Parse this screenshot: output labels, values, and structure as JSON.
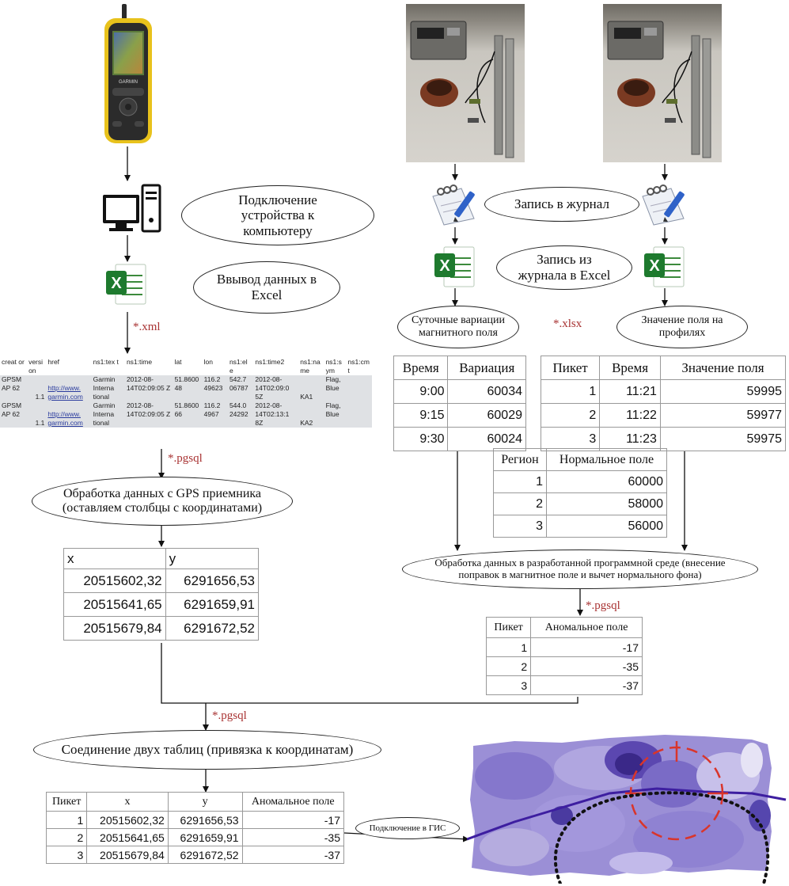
{
  "steps": {
    "connect": "Подключение устройства к компьютеру",
    "excel_input": "Ввывод данных в Excel",
    "gps_processing": "Обработка данных с GPS приемника (оставляем столбцы с координатами)",
    "journal": "Запись в журнал",
    "journal_to_excel": "Запись из журнала в Excel",
    "daily_variation": "Суточные вариации магнитного поля",
    "profile_field": "Значение поля на профилях",
    "software_processing": "Обработка данных в разработанной программной среде (внесение поправок в магнитное поле и вычет нормального фона)",
    "join": "Соединение двух таблиц (привязка к координатам)",
    "gis": "Подключение в ГИС"
  },
  "formats": {
    "xml": "*.xml",
    "pgsql_1": "*.pgsql",
    "xlsx": "*.xlsx",
    "pgsql_2": "*.pgsql",
    "pgsql_3": "*.pgsql"
  },
  "gps_table": {
    "header": [
      "creat or",
      "versi on",
      "href",
      "ns1:tex t",
      "ns1:time",
      "lat",
      "lon",
      "ns1:el e",
      "ns1:time2",
      "ns1:na me",
      "ns1:s ym",
      "ns1:cm t"
    ],
    "rows": [
      [
        "GPSM AP 62",
        "1.1",
        "http://www. garmin.com",
        "Garmin Interna tional",
        "2012-08- 14T02:09:05 Z",
        "51.8600 48",
        "116.2 49623",
        "542.7 06787",
        "2012-08- 14T02:09:0 5Z",
        "KA1",
        "Flag, Blue",
        ""
      ],
      [
        "GPSM AP 62",
        "1.1",
        "http://www. garmin.com",
        "Garmin Interna tional",
        "2012-08- 14T02:09:05 Z",
        "51.8600 66",
        "116.2 4967",
        "544.0 24292",
        "2012-08- 14T02:13:1 8Z",
        "KA2",
        "Flag, Blue",
        ""
      ]
    ]
  },
  "xy_table": {
    "headers": [
      "x",
      "y"
    ],
    "rows": [
      [
        "20515602,32",
        "6291656,53"
      ],
      [
        "20515641,65",
        "6291659,91"
      ],
      [
        "20515679,84",
        "6291672,52"
      ]
    ]
  },
  "variation_table": {
    "headers": [
      "Время",
      "Вариация"
    ],
    "rows": [
      [
        "9:00",
        "60034"
      ],
      [
        "9:15",
        "60029"
      ],
      [
        "9:30",
        "60024"
      ]
    ]
  },
  "profile_table": {
    "headers": [
      "Пикет",
      "Время",
      "Значение поля"
    ],
    "rows": [
      [
        "1",
        "11:21",
        "59995"
      ],
      [
        "2",
        "11:22",
        "59977"
      ],
      [
        "3",
        "11:23",
        "59975"
      ]
    ]
  },
  "region_table": {
    "headers": [
      "Регион",
      "Нормальное поле"
    ],
    "rows": [
      [
        "1",
        "60000"
      ],
      [
        "2",
        "58000"
      ],
      [
        "3",
        "56000"
      ]
    ]
  },
  "anomaly_table": {
    "headers": [
      "Пикет",
      "Аномальное поле"
    ],
    "rows": [
      [
        "1",
        "-17"
      ],
      [
        "2",
        "-35"
      ],
      [
        "3",
        "-37"
      ]
    ]
  },
  "final_table": {
    "headers": [
      "Пикет",
      "x",
      "y",
      "Аномальное поле"
    ],
    "rows": [
      [
        "1",
        "20515602,32",
        "6291656,53",
        "-17"
      ],
      [
        "2",
        "20515641,65",
        "6291659,91",
        "-35"
      ],
      [
        "3",
        "20515679,84",
        "6291672,52",
        "-37"
      ]
    ]
  },
  "device_screen_text": "GARMIN",
  "icons": [
    "gps-receiver-icon",
    "computer-icon",
    "excel-icon",
    "notepad-icon",
    "magnetometer-photo",
    "map-image"
  ],
  "colors": {
    "format_label": "#a83232",
    "gis_line": "#3d1ea0",
    "target_circle": "#d9352b"
  }
}
